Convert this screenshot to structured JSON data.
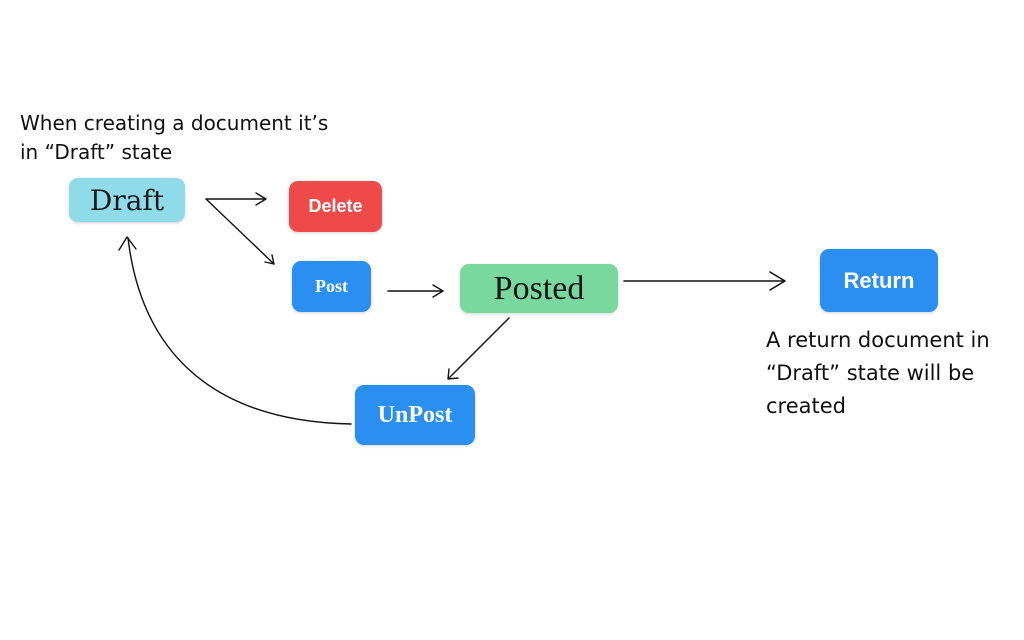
{
  "notes": {
    "creation": "When creating a document it’s\nin “Draft” state",
    "return_result": "A return document in\n“Draft” state will be\ncreated"
  },
  "states": {
    "draft": "Draft",
    "posted": "Posted"
  },
  "actions": {
    "delete": "Delete",
    "post": "Post",
    "return": "Return",
    "unpost": "UnPost"
  },
  "colors": {
    "draft": "#8fdbe9",
    "delete": "#ef4a4a",
    "action_blue": "#2b8ff2",
    "posted": "#79d89e",
    "arrow": "#111111"
  },
  "transitions": [
    {
      "from": "Draft",
      "to": "Delete"
    },
    {
      "from": "Draft",
      "to": "Post"
    },
    {
      "from": "Post",
      "to": "Posted"
    },
    {
      "from": "Posted",
      "to": "Return"
    },
    {
      "from": "Posted",
      "to": "UnPost"
    },
    {
      "from": "UnPost",
      "to": "Draft"
    }
  ]
}
